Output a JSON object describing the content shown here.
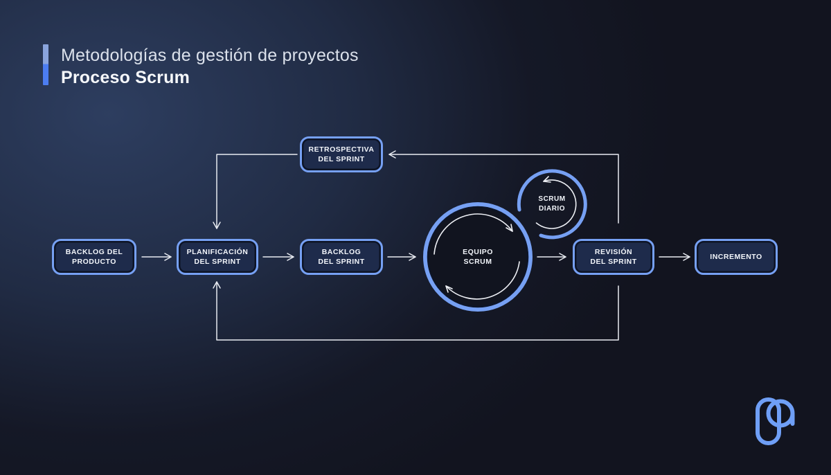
{
  "header": {
    "category": "Metodologías de gestión de proyectos",
    "title": "Proceso Scrum"
  },
  "diagram": {
    "nodes": [
      {
        "id": "backlog-producto",
        "line1": "BACKLOG DEL",
        "line2": "PRODUCTO"
      },
      {
        "id": "planificacion-sprint",
        "line1": "PLANIFICACIÓN",
        "line2": "DEL SPRINT"
      },
      {
        "id": "backlog-sprint",
        "line1": "BACKLOG",
        "line2": "DEL SPRINT"
      },
      {
        "id": "retrospectiva-sprint",
        "line1": "RETROSPECTIVA",
        "line2": "DEL SPRINT"
      },
      {
        "id": "equipo-scrum",
        "line1": "EQUIPO",
        "line2": "SCRUM"
      },
      {
        "id": "scrum-diario",
        "line1": "SCRUM",
        "line2": "DIARIO"
      },
      {
        "id": "revision-sprint",
        "line1": "REVISIÓN",
        "line2": "DEL SPRINT"
      },
      {
        "id": "incremento",
        "line1": "INCREMENTO",
        "line2": ""
      }
    ],
    "edges": [
      {
        "from": "backlog-producto",
        "to": "planificacion-sprint"
      },
      {
        "from": "planificacion-sprint",
        "to": "backlog-sprint"
      },
      {
        "from": "backlog-sprint",
        "to": "equipo-scrum"
      },
      {
        "from": "equipo-scrum",
        "to": "revision-sprint"
      },
      {
        "from": "revision-sprint",
        "to": "incremento"
      },
      {
        "from": "revision-sprint",
        "to": "retrospectiva-sprint"
      },
      {
        "from": "retrospectiva-sprint",
        "to": "planificacion-sprint"
      },
      {
        "from": "revision-sprint",
        "to": "planificacion-sprint"
      }
    ]
  },
  "colors": {
    "accent_light": "#8aa4dd",
    "accent": "#4c7df1",
    "node_border": "#76a0f3",
    "node_fill": "#1e2b4b",
    "connector": "#e9ecf2",
    "background_glow": "#2c3d5f",
    "background_base": "#12141f",
    "logo": "#6f9ff6"
  }
}
